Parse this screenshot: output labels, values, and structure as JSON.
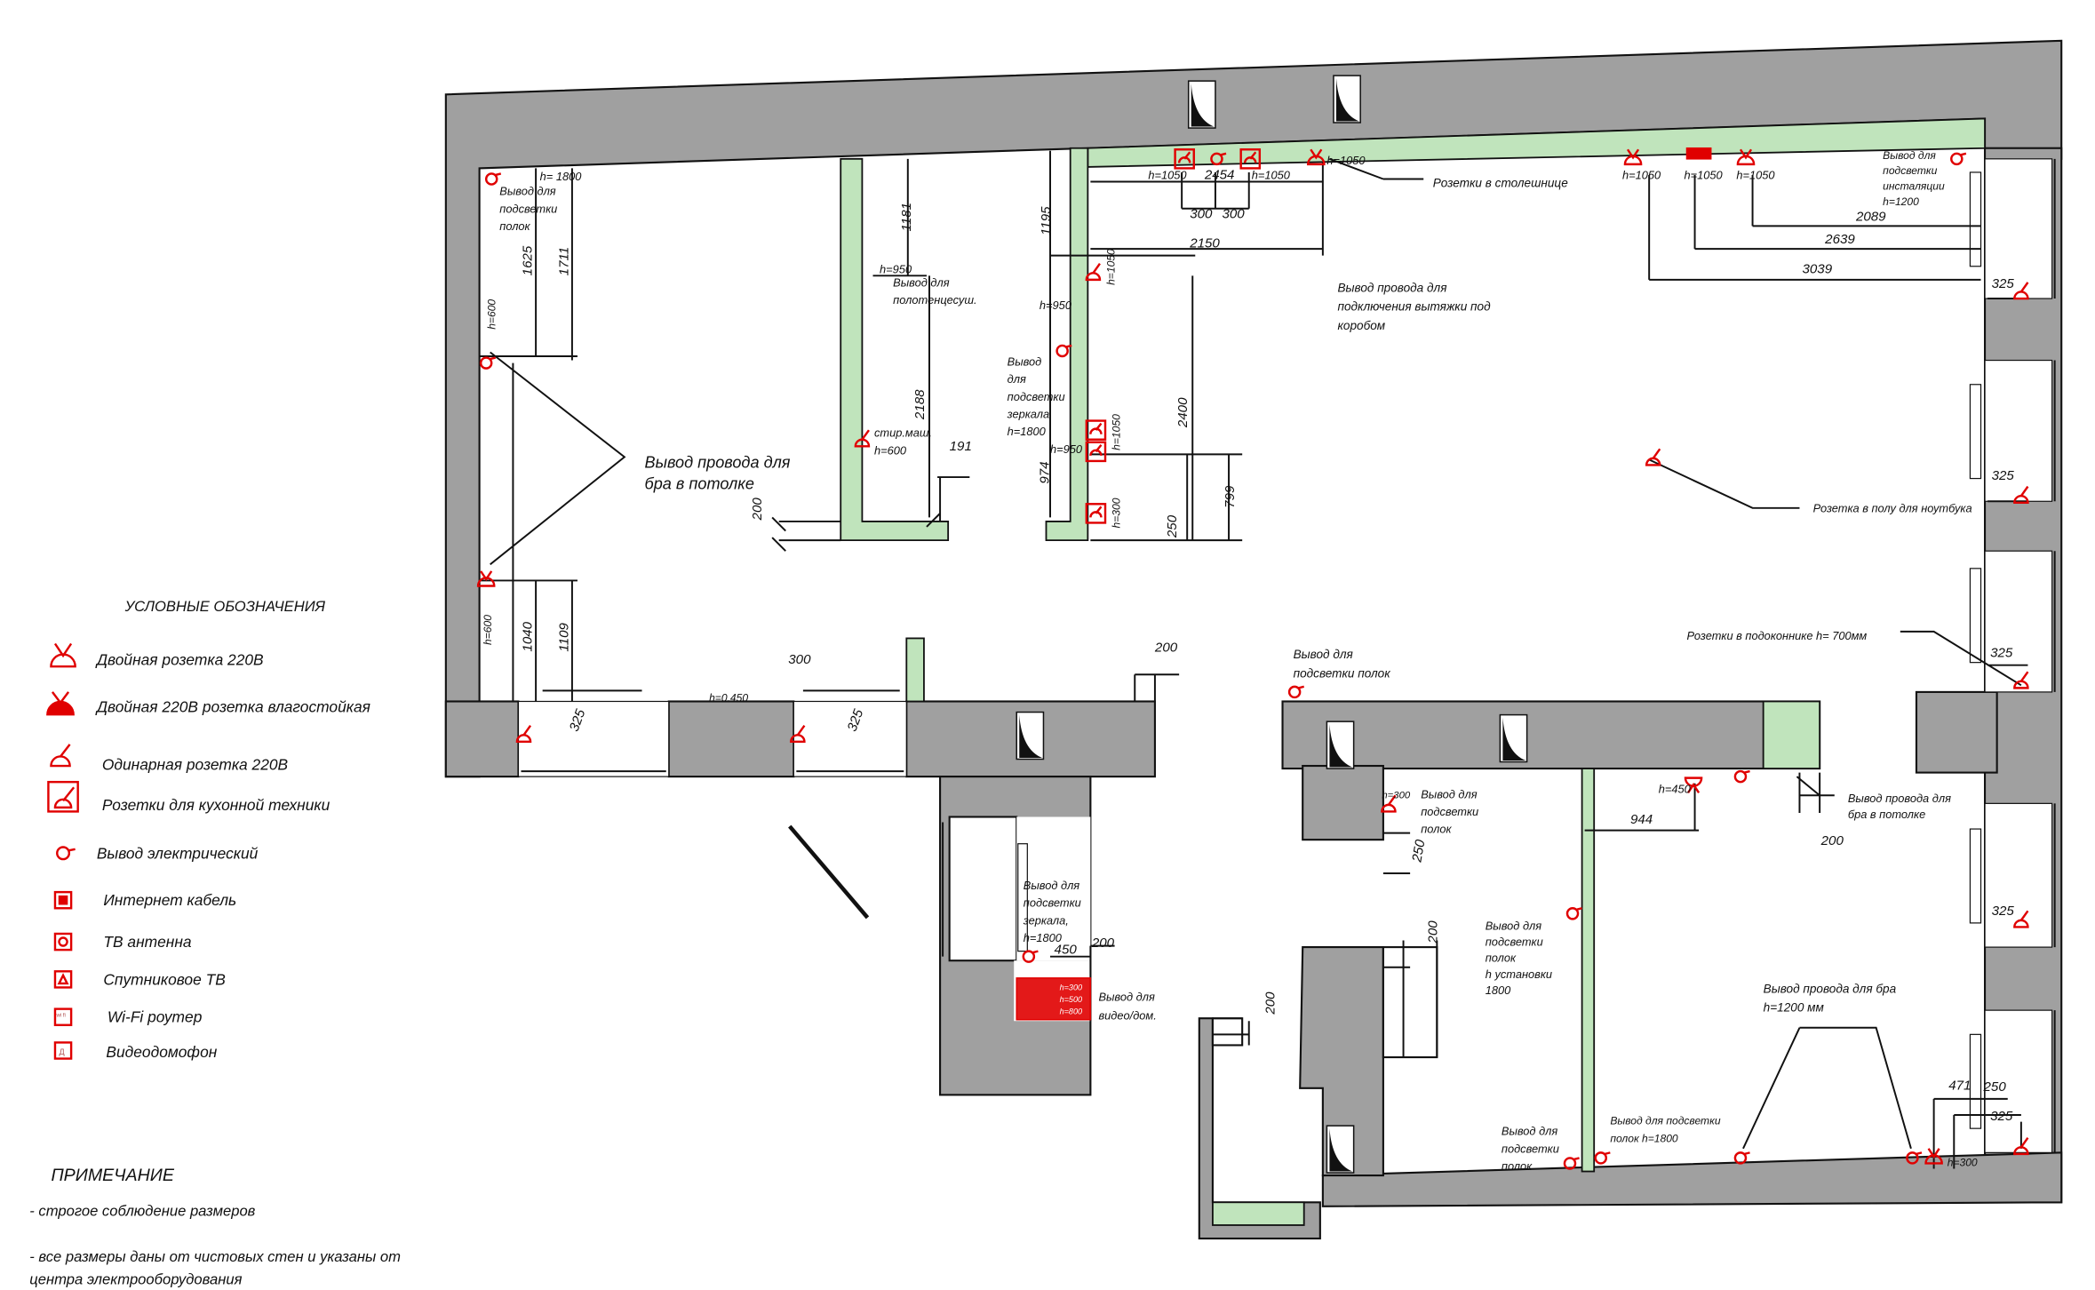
{
  "colors": {
    "wall": "#a0a0a0",
    "partition": "#c0e4bc",
    "symbol": "#e00000",
    "line": "#111111"
  },
  "legend": {
    "title": "УСЛОВНЫЕ ОБОЗНАЧЕНИЯ",
    "items": [
      {
        "icon": "double-socket-icon",
        "label": "Двойная розетка 220В"
      },
      {
        "icon": "waterproof-double-socket-icon",
        "label": "Двойная 220В розетка влагостойкая"
      },
      {
        "icon": "single-socket-icon",
        "label": "Одинарная розетка 220В"
      },
      {
        "icon": "kitchen-socket-icon",
        "label": "Розетки для кухонной  техники"
      },
      {
        "icon": "electrical-outlet-icon",
        "label": "Вывод электрический"
      },
      {
        "icon": "internet-cable-icon",
        "label": "Интернет кабель"
      },
      {
        "icon": "tv-antenna-icon",
        "label": "ТВ антенна"
      },
      {
        "icon": "satellite-tv-icon",
        "label": "Спутниковое ТВ"
      },
      {
        "icon": "wifi-router-icon",
        "label": "Wi-Fi роутер",
        "glyph": "wi fi"
      },
      {
        "icon": "video-intercom-icon",
        "label": "Видеодомофон",
        "glyph": "Д"
      }
    ]
  },
  "notes": {
    "title": "ПРИМЕЧАНИЕ",
    "lines": [
      "- строгое соблюдение размеров",
      "- все размеры даны от чистовых стен и указаны от",
      "центра электрооборудования"
    ]
  },
  "plan": {
    "shelf_light_tl": [
      "Вывод для",
      "подсветки",
      "полок"
    ],
    "h1800_tl": "h= 1800",
    "h600_a": "h=600",
    "d1625": "1625",
    "d1711": "1711",
    "sconce_ceiling_l": [
      "Вывод провода для",
      "бра в потолке"
    ],
    "h600_b": "h=600",
    "d1040": "1040",
    "d1109": "1109",
    "d325_a": "325",
    "h0450": "h=0.450",
    "d300_a": "300",
    "d325_b": "325",
    "d1181": "1181",
    "h950_a": "h=950",
    "towel": [
      "Вывод для",
      "полотенцесуш."
    ],
    "d2188": "2188",
    "washer": [
      "стир.маш.",
      "h=600"
    ],
    "d191": "191",
    "d200_a": "200",
    "d1195": "1195",
    "h1050_v1": "h=1050",
    "h950_b": "h=950",
    "mirror_light": [
      "Вывод",
      "для",
      "подсветки",
      "зеркала",
      "h=1800"
    ],
    "h950_c": "h=950",
    "d974": "974",
    "h1050_v2": "h=1050",
    "h300_v": "h=300",
    "d250_a": "250",
    "d2400": "2400",
    "d799": "799",
    "h1050_t1": "h=1050",
    "d2454": "2454",
    "h1050_t2": "h=1050",
    "h1050_t3": "h=1050",
    "d300_b": "300",
    "d300_c": "300",
    "d2150": "2150",
    "countertop": "Розетки в столешнице",
    "hood": [
      "Вывод провода для",
      "подключения вытяжки под",
      "коробом"
    ],
    "h1050_t4": "h=1050",
    "h1050_t5": "h=1050",
    "h1050_t6": "h=1050",
    "install_light": [
      "Вывод для",
      "подсветки",
      "инсталяции",
      "h=1200"
    ],
    "d2089": "2089",
    "d2639": "2639",
    "d3039": "3039",
    "d325_c": "325",
    "floor_socket": "Розетка в полу для ноутбука",
    "sill_sockets": "Розетки в подоконнике h=  700мм",
    "d325_d": "325",
    "d325_e": "325",
    "d200_b": "200",
    "shelf_light_c": [
      "Вывод для",
      "подсветки полок"
    ],
    "h300_b": "h=300",
    "shelf_light_d": [
      "Вывод для",
      "подсветки",
      "полок"
    ],
    "d250_b": "250",
    "h450": "h=450",
    "d944": "944",
    "sconce_ceiling_r": [
      "Вывод провода для",
      "бра в потолке"
    ],
    "d200_c": "200",
    "mirror_light_b": [
      "Вывод для",
      "подсветки",
      "зеркала,",
      "h=1800"
    ],
    "d450": "450",
    "d200_d": "200",
    "video": [
      "Вывод для",
      "видео/дом."
    ],
    "heights": [
      "h=300",
      "h=500",
      "h=800"
    ],
    "d200_e": "200",
    "d200_f": "200",
    "shelf_light_e": [
      "Вывод для",
      "подсветки",
      "полок",
      "h установки",
      "1800"
    ],
    "sconce_12": [
      "Вывод провода  для бра",
      "h=1200 мм"
    ],
    "shelf_light_f": [
      "Вывод для",
      "подсветки",
      "полок"
    ],
    "shelf_light_g": [
      "Вывод для подсветки",
      "полок  h=1800"
    ],
    "d471": "471",
    "d250_c": "250",
    "d325_f": "325",
    "h300_c": "h=300",
    "d325_g": "325"
  }
}
